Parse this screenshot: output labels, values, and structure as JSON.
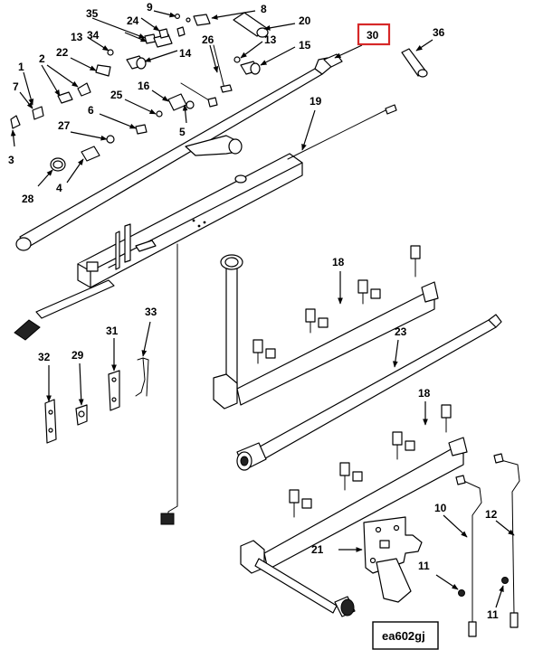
{
  "diagram": {
    "figure_id": "ea602gj",
    "highlighted_callout": "30",
    "accent_color": "#d62828",
    "callouts": [
      "1",
      "2",
      "3",
      "4",
      "5",
      "6",
      "7",
      "8",
      "9",
      "10",
      "11",
      "11",
      "12",
      "13",
      "13",
      "14",
      "15",
      "16",
      "18",
      "18",
      "19",
      "20",
      "21",
      "22",
      "23",
      "24",
      "25",
      "26",
      "27",
      "28",
      "29",
      "31",
      "32",
      "33",
      "34",
      "35",
      "36",
      "30"
    ]
  }
}
